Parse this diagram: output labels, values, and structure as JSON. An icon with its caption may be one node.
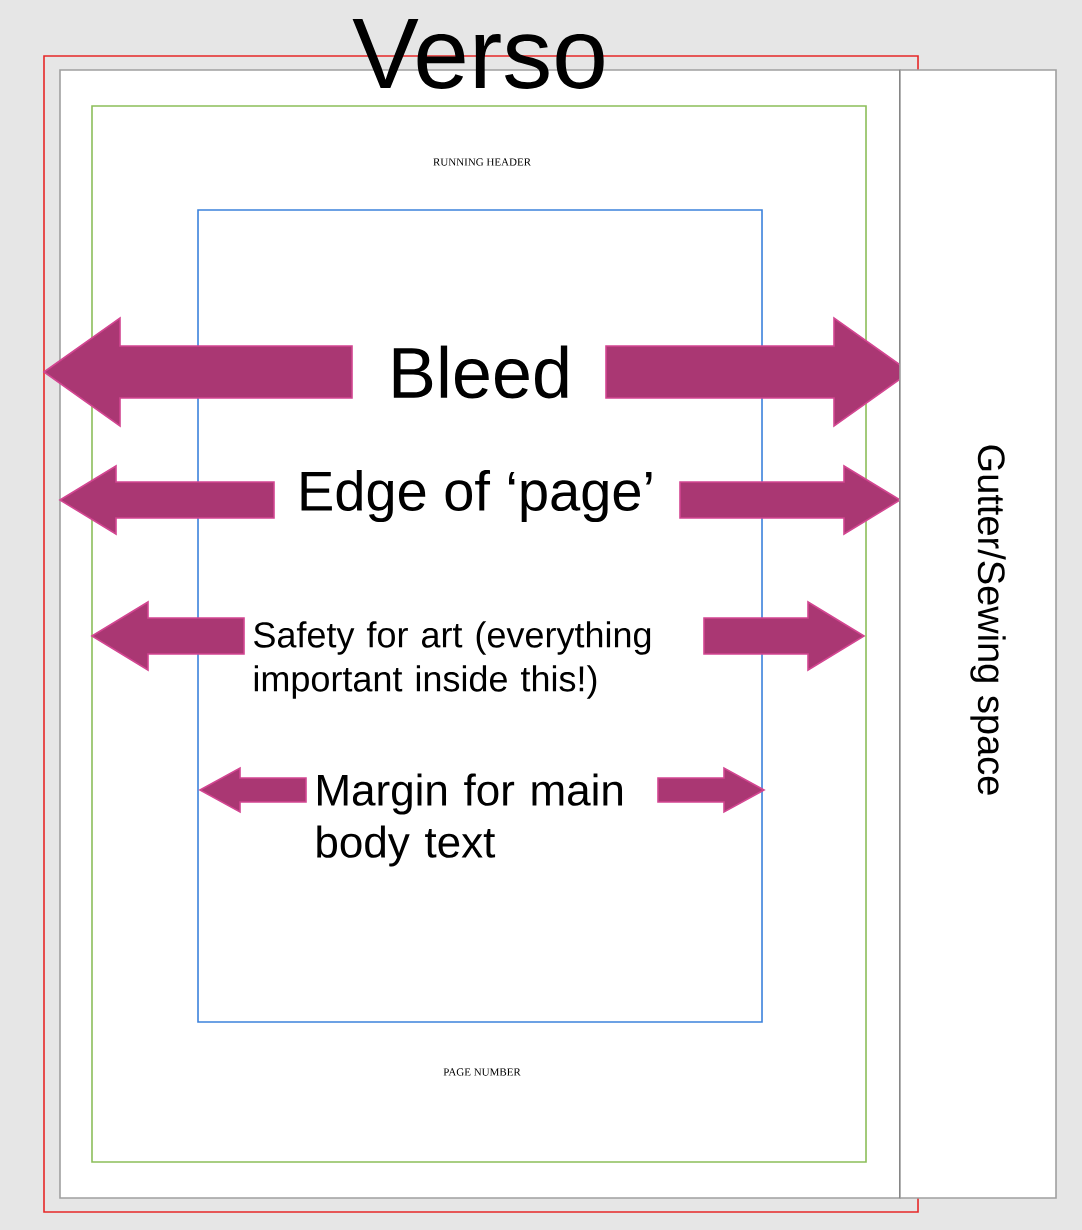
{
  "diagram": {
    "title": "Verso",
    "nodes": [
      {
        "text": [
          "Gutter/Sewing space"
        ]
      }
    ],
    "labels": [
      "RUNNING HEADER",
      "Bleed",
      "Edge of ‘page’",
      "Safety for art (everything important inside this!)",
      "Margin for main body text",
      "PAGE NUMBER"
    ]
  }
}
